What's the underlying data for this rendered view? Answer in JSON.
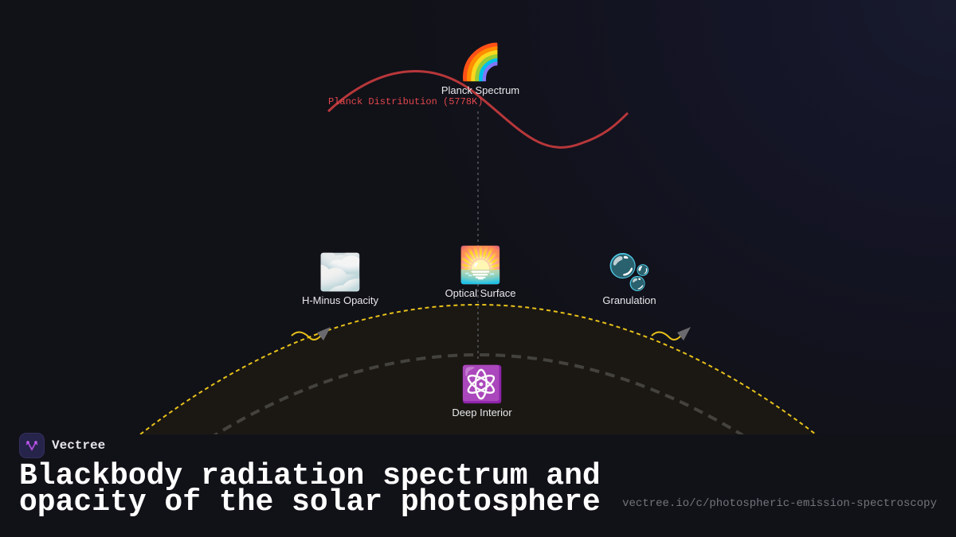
{
  "diagram": {
    "curve_label": "Planck Distribution (5778K)",
    "colors": {
      "planck_curve": "#b7373a",
      "surface_arc": "#e8c21a",
      "interior_arc": "#44423c",
      "photosphere_fill": "#1b1813",
      "connector": "#55555c",
      "photon_wave": "#e8c21a",
      "arrow": "#6a6a6e"
    },
    "nodes": [
      {
        "id": "planck-spectrum",
        "label": "Planck Spectrum",
        "icon": "rainbow-icon",
        "glyph": "🌈"
      },
      {
        "id": "h-minus-opacity",
        "label": "H-Minus Opacity",
        "icon": "fog-cloud-icon",
        "glyph": "🌫️"
      },
      {
        "id": "optical-surface",
        "label": "Optical Surface",
        "icon": "sunrise-icon",
        "glyph": "🌅"
      },
      {
        "id": "granulation",
        "label": "Granulation",
        "icon": "bubbles-icon",
        "glyph": "🫧"
      },
      {
        "id": "deep-interior",
        "label": "Deep Interior",
        "icon": "atom-icon",
        "glyph": "⚛️"
      }
    ]
  },
  "footer": {
    "brand": "Vectree",
    "title": "Blackbody radiation spectrum and opacity of the solar photosphere",
    "url": "vectree.io/c/photospheric-emission-spectroscopy"
  }
}
